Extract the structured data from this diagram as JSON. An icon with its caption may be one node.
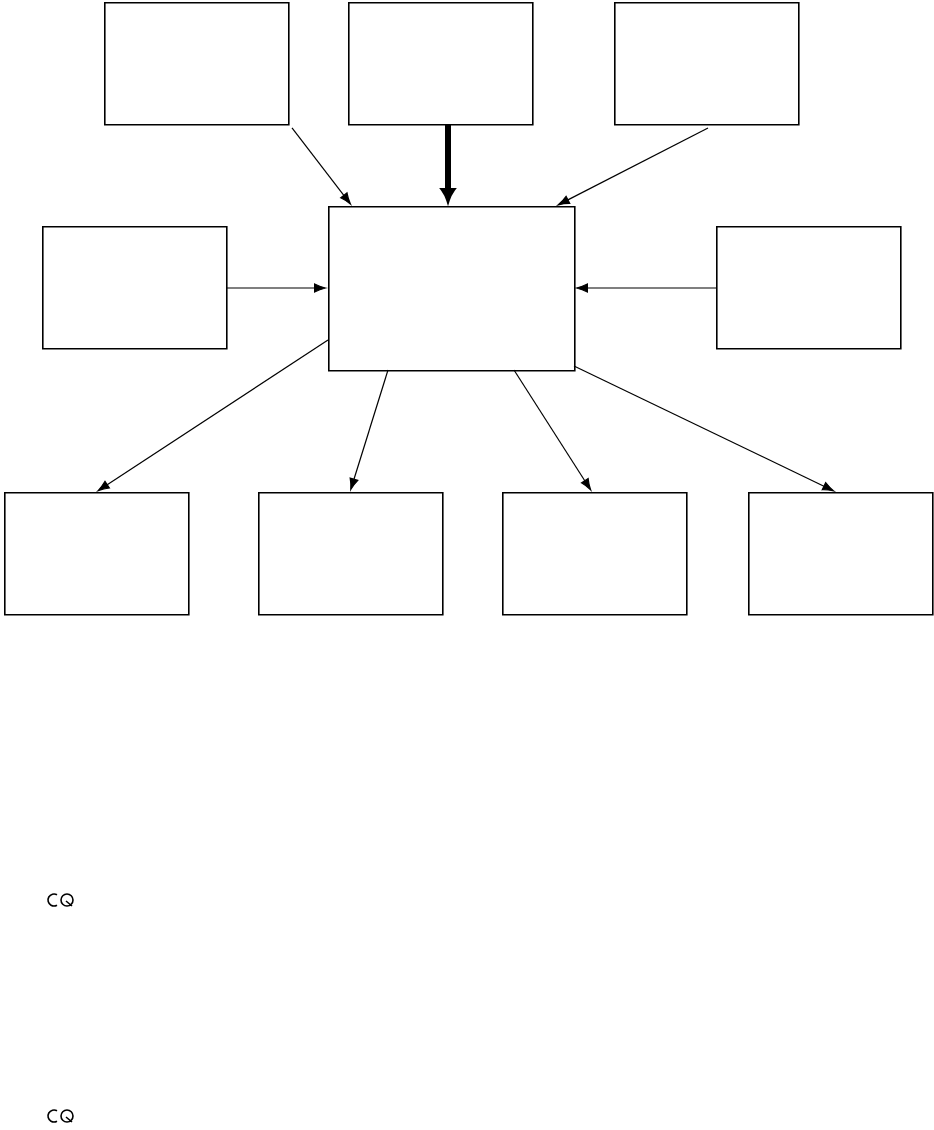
{
  "diagram": {
    "nodes": [
      {
        "text": [],
        "shape": "box"
      },
      {
        "text": [],
        "shape": "box"
      },
      {
        "text": [],
        "shape": "box"
      },
      {
        "text": [],
        "shape": "box"
      },
      {
        "text": [],
        "shape": "box"
      },
      {
        "text": [],
        "shape": "box"
      },
      {
        "text": [],
        "shape": "box"
      },
      {
        "text": [],
        "shape": "box"
      },
      {
        "text": [],
        "shape": "box"
      },
      {
        "text": [],
        "shape": "box"
      }
    ],
    "edges": [
      {
        "from": 0,
        "to": 4,
        "arrow": "to"
      },
      {
        "from": 1,
        "to": 4,
        "arrow": "to",
        "style": "thick"
      },
      {
        "from": 2,
        "to": 4,
        "arrow": "to"
      },
      {
        "from": 3,
        "to": 4,
        "arrow": "to"
      },
      {
        "from": 5,
        "to": 4,
        "arrow": "to"
      },
      {
        "from": 4,
        "to": 6,
        "arrow": "to"
      },
      {
        "from": 4,
        "to": 7,
        "arrow": "to"
      },
      {
        "from": 4,
        "to": 8,
        "arrow": "to"
      },
      {
        "from": 4,
        "to": 9,
        "arrow": "to"
      }
    ]
  }
}
